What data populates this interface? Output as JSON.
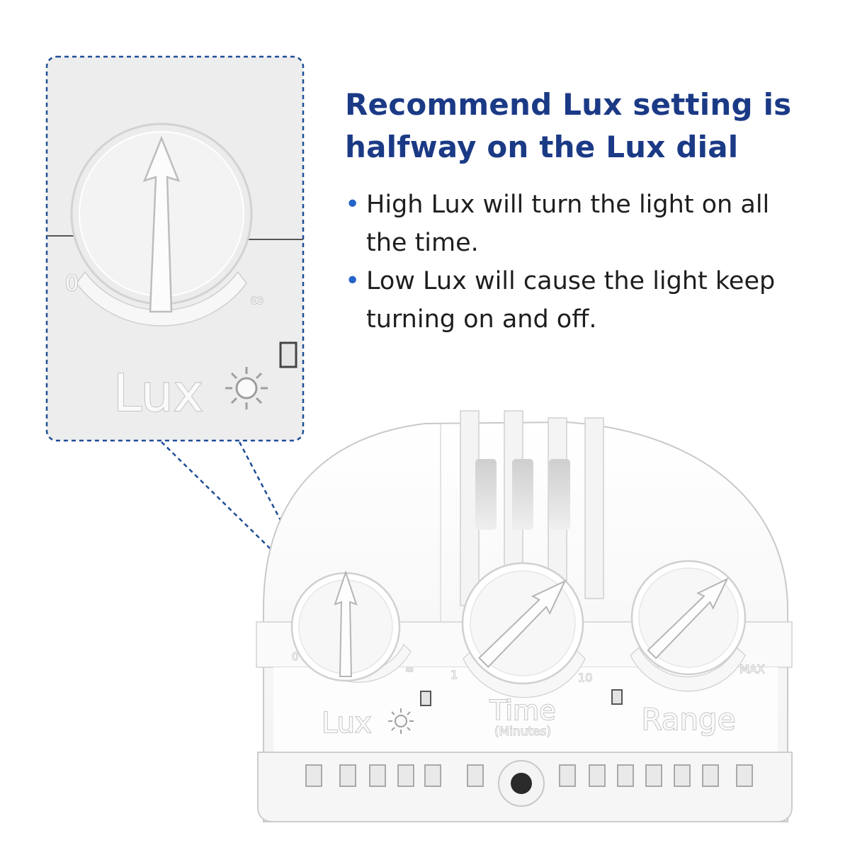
{
  "headline": "Recommend Lux setting is halfway on the Lux dial",
  "tips": [
    "High Lux will turn the light on all the time.",
    "Low Lux will cause the light keep turning on and off."
  ],
  "zoom_callout": {
    "dial_label": "Lux",
    "min_mark": "0",
    "max_mark": "∞",
    "icon": "sun-icon"
  },
  "device": {
    "dials": [
      {
        "name": "Lux",
        "sublabel": "",
        "min_mark": "0",
        "max_mark": "∞",
        "setting_fraction": 0.5
      },
      {
        "name": "Time",
        "sublabel": "(Minutes)",
        "min_mark": "1",
        "max_mark": "10",
        "setting_fraction": 0.75
      },
      {
        "name": "Range",
        "sublabel": "",
        "min_mark": "",
        "max_mark": "MAX",
        "setting_fraction": 0.75
      }
    ]
  },
  "colors": {
    "accent_blue": "#1b3a86",
    "bullet_blue": "#2563c9",
    "callout_border": "#1f4e96",
    "device_white": "#ffffff",
    "callout_bg": "#ededee"
  }
}
